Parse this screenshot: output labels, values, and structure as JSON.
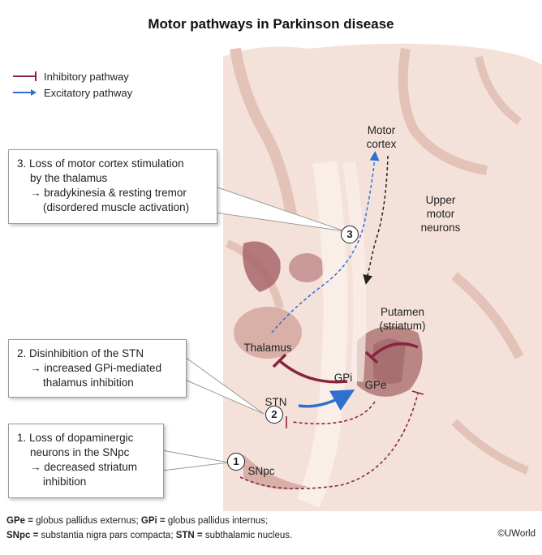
{
  "title": "Motor pathways in Parkinson disease",
  "legend": {
    "inhibitory": "Inhibitory pathway",
    "excitatory": "Excitatory pathway"
  },
  "colors": {
    "inhibitory": "#8b2440",
    "excitatory": "#2f6fd0",
    "brain": "#f4e2da",
    "brain_dark": "#a8676a"
  },
  "callouts": {
    "c3": {
      "line1": "3. Loss of motor cortex stimulation",
      "line2": "by the thalamus",
      "line3": "→ bradykinesia & resting tremor",
      "line4": "(disordered muscle activation)"
    },
    "c2": {
      "line1": "2. Disinhibition of the STN",
      "line2": "→ increased GPi-mediated",
      "line3": "thalamus inhibition"
    },
    "c1": {
      "line1": "1. Loss of dopaminergic",
      "line2": "neurons in the SNpc",
      "line3": "→ decreased striatum",
      "line4": "inhibition"
    }
  },
  "labels": {
    "motor_cortex_1": "Motor",
    "motor_cortex_2": "cortex",
    "upper_1": "Upper",
    "upper_2": "motor",
    "upper_3": "neurons",
    "putamen_1": "Putamen",
    "putamen_2": "(striatum)",
    "thalamus": "Thalamus",
    "gpi": "GPi",
    "gpe": "GPe",
    "stn": "STN",
    "snpc": "SNpc"
  },
  "markers": {
    "m1": "1",
    "m2": "2",
    "m3": "3"
  },
  "footer": {
    "gpe_abbr": "GPe =",
    "gpe_def": " globus pallidus externus; ",
    "gpi_abbr": "GPi =",
    "gpi_def": " globus pallidus internus;",
    "snpc_abbr": "SNpc =",
    "snpc_def": " substantia nigra pars compacta; ",
    "stn_abbr": "STN =",
    "stn_def": " subthalamic nucleus."
  },
  "copyright": "©UWorld"
}
